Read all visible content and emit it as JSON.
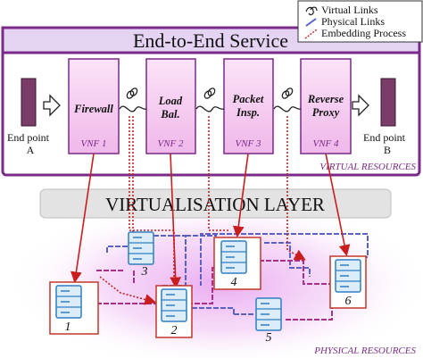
{
  "legend": {
    "virtual_links": "Virtual Links",
    "physical_links": "Physical Links",
    "embedding_process": "Embedding Process"
  },
  "service": {
    "title": "End-to-End Service",
    "endpoint_a": {
      "line1": "End point",
      "line2": "A"
    },
    "endpoint_b": {
      "line1": "End point",
      "line2": "B"
    },
    "vnfs": [
      {
        "name_line1": "",
        "name_line2": "Firewall",
        "tag": "VNF 1"
      },
      {
        "name_line1": "Load",
        "name_line2": "Bal.",
        "tag": "VNF 2"
      },
      {
        "name_line1": "Packet",
        "name_line2": "Insp.",
        "tag": "VNF 3"
      },
      {
        "name_line1": "Reverse",
        "name_line2": "Proxy",
        "tag": "VNF 4"
      }
    ],
    "region_label": "VIRTUAL RESOURCES"
  },
  "virtualisation_layer": "VIRTUALISATION LAYER",
  "physical": {
    "servers": [
      "1",
      "2",
      "3",
      "4",
      "5",
      "6"
    ],
    "region_label": "PHYSICAL RESOURCES"
  },
  "colors": {
    "frame_purple": "#7a2a88",
    "vnf_fill": "#f4c6f0",
    "endpoint_fill": "#7a3d6a",
    "server_blue": "#2e7fc2",
    "server_fill": "#dcecf8",
    "server_border_red": "#c0392b",
    "physical_link_blue": "#5a62c8",
    "physical_link_purple": "#a8308a",
    "embedding_red": "#c81e1e",
    "layer_gray": "#e3e3e3"
  }
}
